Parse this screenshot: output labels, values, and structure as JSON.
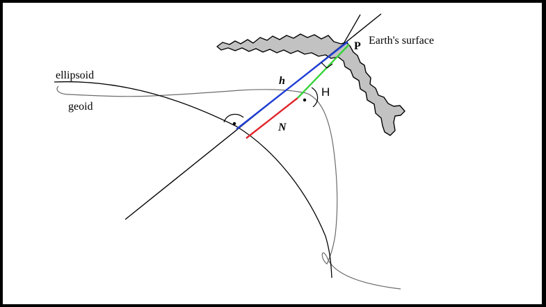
{
  "labels": {
    "earth_surface": "Earth's surface",
    "point": "P",
    "ellipsoid": "ellipsoid",
    "geoid": "geoid",
    "ellipsoidal_height": "h",
    "orthometric_height": "H",
    "geoid_undulation": "N"
  },
  "colors": {
    "ellipsoidal_height": "#1f3fd6",
    "orthometric_height": "#37d33a",
    "geoid_undulation": "#e0262b",
    "terrain_fill": "#c2c2c2",
    "line": "#000000",
    "geoid_line": "#6b6b6b",
    "frame": "#000000"
  }
}
